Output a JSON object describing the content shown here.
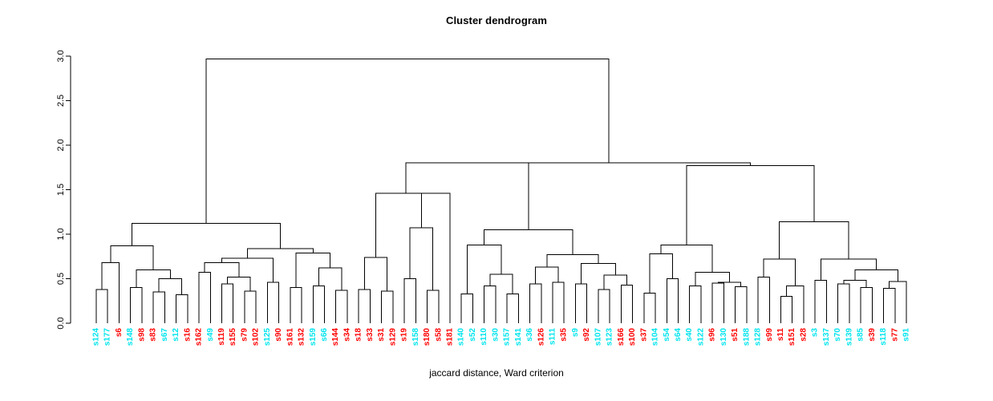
{
  "plot": {
    "title": "Cluster dendrogram",
    "caption": "jaccard distance, Ward criterion"
  },
  "chart_data": {
    "type": "dendrogram",
    "title": "Cluster dendrogram",
    "xlabel": "jaccard distance, Ward criterion",
    "ylabel": "",
    "ylim": [
      0.0,
      3.0
    ],
    "yticks": [
      "0.0",
      "0.5",
      "1.0",
      "1.5",
      "2.0",
      "2.5",
      "3.0"
    ],
    "ytick_values": [
      0.0,
      0.5,
      1.0,
      1.5,
      2.0,
      2.5,
      3.0
    ],
    "grid": false,
    "legend": "none",
    "label_colors": {
      "cyan": "#00e5ee",
      "red": "#ff0000"
    },
    "leaves": [
      {
        "label": "s124",
        "color": "cyan"
      },
      {
        "label": "s177",
        "color": "cyan"
      },
      {
        "label": "s6",
        "color": "red"
      },
      {
        "label": "s148",
        "color": "cyan"
      },
      {
        "label": "s98",
        "color": "red"
      },
      {
        "label": "s83",
        "color": "red"
      },
      {
        "label": "s67",
        "color": "cyan"
      },
      {
        "label": "s12",
        "color": "cyan"
      },
      {
        "label": "s16",
        "color": "red"
      },
      {
        "label": "s162",
        "color": "red"
      },
      {
        "label": "s49",
        "color": "cyan"
      },
      {
        "label": "s119",
        "color": "red"
      },
      {
        "label": "s155",
        "color": "red"
      },
      {
        "label": "s79",
        "color": "red"
      },
      {
        "label": "s102",
        "color": "red"
      },
      {
        "label": "s125",
        "color": "cyan"
      },
      {
        "label": "s90",
        "color": "red"
      },
      {
        "label": "s161",
        "color": "red"
      },
      {
        "label": "s132",
        "color": "red"
      },
      {
        "label": "s159",
        "color": "cyan"
      },
      {
        "label": "s66",
        "color": "cyan"
      },
      {
        "label": "s144",
        "color": "red"
      },
      {
        "label": "s34",
        "color": "red"
      },
      {
        "label": "s18",
        "color": "red"
      },
      {
        "label": "s33",
        "color": "red"
      },
      {
        "label": "s31",
        "color": "red"
      },
      {
        "label": "s129",
        "color": "red"
      },
      {
        "label": "s19",
        "color": "red"
      },
      {
        "label": "s158",
        "color": "cyan"
      },
      {
        "label": "s180",
        "color": "red"
      },
      {
        "label": "s58",
        "color": "red"
      },
      {
        "label": "s181",
        "color": "red"
      },
      {
        "label": "s140",
        "color": "cyan"
      },
      {
        "label": "s52",
        "color": "cyan"
      },
      {
        "label": "s110",
        "color": "cyan"
      },
      {
        "label": "s30",
        "color": "cyan"
      },
      {
        "label": "s157",
        "color": "cyan"
      },
      {
        "label": "s141",
        "color": "cyan"
      },
      {
        "label": "s36",
        "color": "cyan"
      },
      {
        "label": "s126",
        "color": "red"
      },
      {
        "label": "s111",
        "color": "cyan"
      },
      {
        "label": "s35",
        "color": "red"
      },
      {
        "label": "s9",
        "color": "cyan"
      },
      {
        "label": "s92",
        "color": "red"
      },
      {
        "label": "s107",
        "color": "cyan"
      },
      {
        "label": "s123",
        "color": "cyan"
      },
      {
        "label": "s166",
        "color": "red"
      },
      {
        "label": "s100",
        "color": "red"
      },
      {
        "label": "s37",
        "color": "red"
      },
      {
        "label": "s104",
        "color": "cyan"
      },
      {
        "label": "s54",
        "color": "cyan"
      },
      {
        "label": "s64",
        "color": "cyan"
      },
      {
        "label": "s40",
        "color": "cyan"
      },
      {
        "label": "s122",
        "color": "cyan"
      },
      {
        "label": "s96",
        "color": "red"
      },
      {
        "label": "s130",
        "color": "cyan"
      },
      {
        "label": "s51",
        "color": "red"
      },
      {
        "label": "s188",
        "color": "cyan"
      },
      {
        "label": "s128",
        "color": "cyan"
      },
      {
        "label": "s99",
        "color": "red"
      },
      {
        "label": "s11",
        "color": "red"
      },
      {
        "label": "s151",
        "color": "red"
      },
      {
        "label": "s28",
        "color": "red"
      },
      {
        "label": "s3",
        "color": "cyan"
      },
      {
        "label": "s137",
        "color": "cyan"
      },
      {
        "label": "s70",
        "color": "cyan"
      },
      {
        "label": "s139",
        "color": "cyan"
      },
      {
        "label": "s85",
        "color": "cyan"
      },
      {
        "label": "s39",
        "color": "red"
      },
      {
        "label": "s118",
        "color": "cyan"
      },
      {
        "label": "s77",
        "color": "red"
      },
      {
        "label": "s91",
        "color": "cyan"
      }
    ],
    "merges": [
      {
        "id": "m1",
        "a": "L0",
        "b": "L1",
        "height": 0.38
      },
      {
        "id": "m2",
        "a": "m1",
        "b": "L2",
        "height": 0.68
      },
      {
        "id": "m3",
        "a": "L3",
        "b": "L4",
        "height": 0.4
      },
      {
        "id": "m4",
        "a": "L5",
        "b": "L6",
        "height": 0.35
      },
      {
        "id": "m5",
        "a": "L7",
        "b": "L8",
        "height": 0.32
      },
      {
        "id": "m6",
        "a": "m4",
        "b": "m5",
        "height": 0.5
      },
      {
        "id": "m7",
        "a": "m3",
        "b": "m6",
        "height": 0.6
      },
      {
        "id": "m8",
        "a": "m2",
        "b": "m7",
        "height": 0.87
      },
      {
        "id": "m9",
        "a": "L9",
        "b": "L10",
        "height": 0.57
      },
      {
        "id": "m10",
        "a": "L11",
        "b": "L12",
        "height": 0.44
      },
      {
        "id": "m11",
        "a": "L13",
        "b": "L14",
        "height": 0.36
      },
      {
        "id": "m12",
        "a": "m10",
        "b": "m11",
        "height": 0.52
      },
      {
        "id": "m13",
        "a": "m9",
        "b": "m12",
        "height": 0.68
      },
      {
        "id": "m14",
        "a": "L15",
        "b": "L16",
        "height": 0.46
      },
      {
        "id": "m15",
        "a": "m13",
        "b": "m14",
        "height": 0.73
      },
      {
        "id": "m16",
        "a": "L17",
        "b": "L18",
        "height": 0.4
      },
      {
        "id": "m17",
        "a": "L19",
        "b": "L20",
        "height": 0.42
      },
      {
        "id": "m18",
        "a": "L21",
        "b": "L22",
        "height": 0.37
      },
      {
        "id": "m19",
        "a": "m17",
        "b": "m18",
        "height": 0.62
      },
      {
        "id": "m20",
        "a": "m16",
        "b": "m19",
        "height": 0.79
      },
      {
        "id": "m21",
        "a": "m15",
        "b": "m20",
        "height": 0.84
      },
      {
        "id": "m22",
        "a": "m8",
        "b": "m21",
        "height": 1.12
      },
      {
        "id": "m23",
        "a": "L23",
        "b": "L24",
        "height": 0.38
      },
      {
        "id": "m24",
        "a": "L25",
        "b": "L26",
        "height": 0.36
      },
      {
        "id": "m25",
        "a": "m23",
        "b": "m24",
        "height": 0.74
      },
      {
        "id": "m26",
        "a": "L27",
        "b": "L28",
        "height": 0.5
      },
      {
        "id": "m27",
        "a": "L29",
        "b": "L30",
        "height": 0.37
      },
      {
        "id": "m28",
        "a": "m26",
        "b": "m27",
        "height": 1.07
      },
      {
        "id": "m29",
        "a": "m28",
        "b": "L31",
        "height": 1.46
      },
      {
        "id": "m30",
        "a": "m25",
        "b": "m29",
        "height": 1.46
      },
      {
        "id": "m31",
        "a": "L32",
        "b": "L33",
        "height": 0.33
      },
      {
        "id": "m32",
        "a": "L34",
        "b": "L35",
        "height": 0.42
      },
      {
        "id": "m33",
        "a": "L36",
        "b": "L37",
        "height": 0.33
      },
      {
        "id": "m34",
        "a": "m32",
        "b": "m33",
        "height": 0.55
      },
      {
        "id": "m35",
        "a": "m31",
        "b": "m34",
        "height": 0.88
      },
      {
        "id": "m36",
        "a": "L38",
        "b": "L39",
        "height": 0.44
      },
      {
        "id": "m37",
        "a": "L40",
        "b": "L41",
        "height": 0.46
      },
      {
        "id": "m38",
        "a": "m36",
        "b": "m37",
        "height": 0.63
      },
      {
        "id": "m39",
        "a": "L42",
        "b": "L43",
        "height": 0.44
      },
      {
        "id": "m40",
        "a": "L44",
        "b": "L45",
        "height": 0.38
      },
      {
        "id": "m41",
        "a": "L46",
        "b": "L47",
        "height": 0.43
      },
      {
        "id": "m42",
        "a": "m40",
        "b": "m41",
        "height": 0.54
      },
      {
        "id": "m43",
        "a": "m39",
        "b": "m42",
        "height": 0.67
      },
      {
        "id": "m44",
        "a": "m38",
        "b": "m43",
        "height": 0.77
      },
      {
        "id": "m45",
        "a": "m35",
        "b": "m44",
        "height": 1.05
      },
      {
        "id": "m46",
        "a": "m30",
        "b": "m45",
        "height": 1.8
      },
      {
        "id": "m47",
        "a": "L48",
        "b": "L49",
        "height": 0.34
      },
      {
        "id": "m48",
        "a": "L50",
        "b": "L51",
        "height": 0.5
      },
      {
        "id": "m49",
        "a": "m47",
        "b": "m48",
        "height": 0.78
      },
      {
        "id": "m50",
        "a": "L52",
        "b": "L53",
        "height": 0.42
      },
      {
        "id": "m51",
        "a": "L54",
        "b": "L55",
        "height": 0.45
      },
      {
        "id": "m52",
        "a": "L56",
        "b": "L57",
        "height": 0.41
      },
      {
        "id": "m53",
        "a": "m51",
        "b": "m52",
        "height": 0.46
      },
      {
        "id": "m54",
        "a": "m50",
        "b": "m53",
        "height": 0.57
      },
      {
        "id": "m55",
        "a": "m49",
        "b": "m54",
        "height": 0.88
      },
      {
        "id": "m56",
        "a": "L58",
        "b": "L59",
        "height": 0.52
      },
      {
        "id": "m57",
        "a": "L60",
        "b": "L61",
        "height": 0.3
      },
      {
        "id": "m58",
        "a": "m57",
        "b": "L62",
        "height": 0.42
      },
      {
        "id": "m59",
        "a": "m56",
        "b": "m58",
        "height": 0.72
      },
      {
        "id": "m60",
        "a": "L63",
        "b": "L64",
        "height": 0.48
      },
      {
        "id": "m61",
        "a": "L65",
        "b": "L66",
        "height": 0.44
      },
      {
        "id": "m62",
        "a": "L67",
        "b": "L68",
        "height": 0.4
      },
      {
        "id": "m63",
        "a": "m61",
        "b": "m62",
        "height": 0.48
      },
      {
        "id": "m64",
        "a": "L69",
        "b": "L70",
        "height": 0.39
      },
      {
        "id": "m65",
        "a": "m64",
        "b": "L71",
        "height": 0.47
      },
      {
        "id": "m66",
        "a": "m63",
        "b": "m65",
        "height": 0.6
      },
      {
        "id": "m67",
        "a": "m60",
        "b": "m66",
        "height": 0.72
      },
      {
        "id": "m68",
        "a": "m59",
        "b": "m67",
        "height": 1.14
      },
      {
        "id": "m69",
        "a": "m55",
        "b": "m68",
        "height": 1.77
      },
      {
        "id": "m70",
        "a": "m46",
        "b": "m69",
        "height": 1.8
      },
      {
        "id": "m71",
        "a": "m22",
        "b": "m70",
        "height": 2.97
      }
    ]
  }
}
